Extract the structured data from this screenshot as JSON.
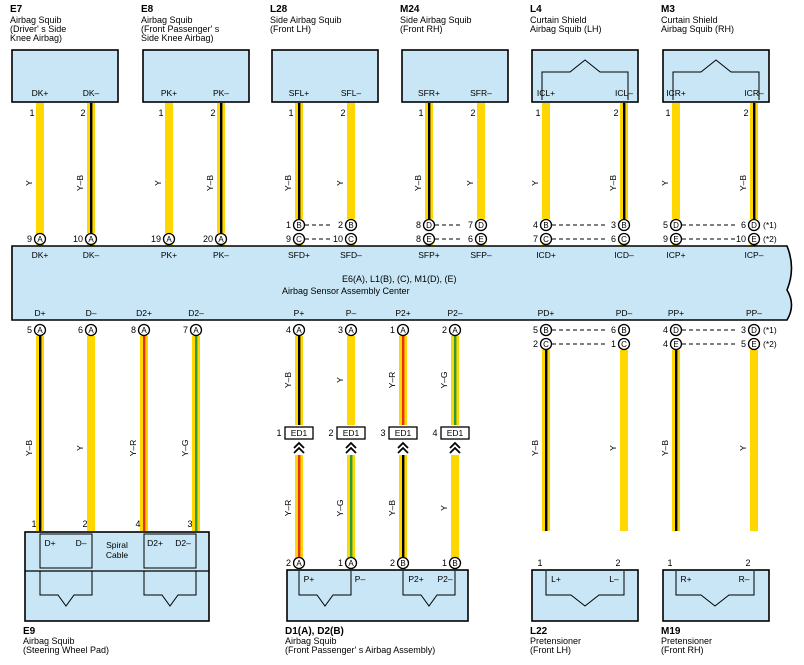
{
  "top_components": [
    {
      "code": "E7",
      "name": [
        "Airbag Squib",
        "(Driver' s Side",
        " Knee Airbag)"
      ],
      "pins": [
        {
          "num": "1",
          "label": "DK+",
          "wire": "Y"
        },
        {
          "num": "2",
          "label": "DK–",
          "wire": "Y–B"
        }
      ]
    },
    {
      "code": "E8",
      "name": [
        "Airbag Squib",
        "(Front Passenger' s",
        " Side Knee Airbag)"
      ],
      "pins": [
        {
          "num": "1",
          "label": "PK+",
          "wire": "Y"
        },
        {
          "num": "2",
          "label": "PK–",
          "wire": "Y–B"
        }
      ]
    },
    {
      "code": "L28",
      "name": [
        "Side Airbag Squib",
        "(Front LH)"
      ],
      "pins": [
        {
          "num": "1",
          "label": "SFL+",
          "wire": "Y–B"
        },
        {
          "num": "2",
          "label": "SFL–",
          "wire": "Y"
        }
      ]
    },
    {
      "code": "M24",
      "name": [
        "Side Airbag Squib",
        "(Front RH)"
      ],
      "pins": [
        {
          "num": "1",
          "label": "SFR+",
          "wire": "Y–B"
        },
        {
          "num": "2",
          "label": "SFR–",
          "wire": "Y"
        }
      ]
    },
    {
      "code": "L4",
      "name": [
        "Curtain Shield",
        "Airbag Squib (LH)"
      ],
      "pins": [
        {
          "num": "1",
          "label": "ICL+",
          "wire": "Y"
        },
        {
          "num": "2",
          "label": "ICL–",
          "wire": "Y–B"
        }
      ]
    },
    {
      "code": "M3",
      "name": [
        "Curtain Shield",
        "Airbag Squib (RH)"
      ],
      "pins": [
        {
          "num": "1",
          "label": "ICR+",
          "wire": "Y"
        },
        {
          "num": "2",
          "label": "ICR–",
          "wire": "Y–B"
        }
      ]
    }
  ],
  "ecu": {
    "title": "E6(A), L1(B), (C), M1(D), (E)",
    "subtitle": "Airbag Sensor Assembly Center",
    "top_labels": [
      "DK+",
      "DK–",
      "PK+",
      "PK–",
      "SFD+",
      "SFD–",
      "SFP+",
      "SFP–",
      "ICD+",
      "ICD–",
      "ICP+",
      "ICP–"
    ],
    "bottom_labels": [
      "D+",
      "D–",
      "D2+",
      "D2–",
      "P+",
      "P–",
      "P2+",
      "P2–",
      "PD+",
      "PD–",
      "PP+",
      "PP–"
    ],
    "top_row1": [
      {
        "num": "1",
        "c": "B"
      },
      {
        "num": "2",
        "c": "B"
      },
      {
        "num": "8",
        "c": "D"
      },
      {
        "num": "7",
        "c": "D"
      },
      {
        "num": "4",
        "c": "B"
      },
      {
        "num": "3",
        "c": "B"
      },
      {
        "num": "5",
        "c": "D"
      },
      {
        "num": "6",
        "c": "D"
      }
    ],
    "top_row2": [
      {
        "num": "9",
        "c": "A"
      },
      {
        "num": "10",
        "c": "A"
      },
      {
        "num": "19",
        "c": "A"
      },
      {
        "num": "20",
        "c": "A"
      },
      {
        "num": "9",
        "c": "C"
      },
      {
        "num": "10",
        "c": "C"
      },
      {
        "num": "8",
        "c": "E"
      },
      {
        "num": "6",
        "c": "E"
      },
      {
        "num": "7",
        "c": "C"
      },
      {
        "num": "6",
        "c": "C"
      },
      {
        "num": "9",
        "c": "E"
      },
      {
        "num": "10",
        "c": "E"
      }
    ],
    "bottom_row1": [
      {
        "num": "5",
        "c": "A"
      },
      {
        "num": "6",
        "c": "A"
      },
      {
        "num": "8",
        "c": "A"
      },
      {
        "num": "7",
        "c": "A"
      },
      {
        "num": "4",
        "c": "A"
      },
      {
        "num": "3",
        "c": "A"
      },
      {
        "num": "1",
        "c": "A"
      },
      {
        "num": "2",
        "c": "A"
      },
      {
        "num": "5",
        "c": "B"
      },
      {
        "num": "6",
        "c": "B"
      },
      {
        "num": "4",
        "c": "D"
      },
      {
        "num": "3",
        "c": "D"
      }
    ],
    "bottom_row2": [
      {
        "num": "2",
        "c": "C"
      },
      {
        "num": "1",
        "c": "C"
      },
      {
        "num": "4",
        "c": "E"
      },
      {
        "num": "5",
        "c": "E"
      }
    ],
    "notes": [
      "(*1)",
      "(*2)"
    ]
  },
  "bottom_wires": {
    "colors": [
      "Y–B",
      "Y",
      "Y–R",
      "Y–G",
      "Y–B",
      "Y",
      "Y–R",
      "Y–G",
      "Y–B",
      "Y",
      "Y–B",
      "Y"
    ],
    "ed_connectors": [
      {
        "num": "1",
        "label": "ED1",
        "wire_below": "Y–R"
      },
      {
        "num": "2",
        "label": "ED1",
        "wire_below": "Y–G"
      },
      {
        "num": "3",
        "label": "ED1",
        "wire_below": "Y–B"
      },
      {
        "num": "4",
        "label": "ED1",
        "wire_below": "Y"
      }
    ]
  },
  "bottom_components": [
    {
      "code": "E9",
      "name": [
        "Airbag Squib",
        "(Steering Wheel Pad)"
      ],
      "pin_nums": [
        "1",
        "2",
        "4",
        "3"
      ],
      "pin_labels": [
        "D+",
        "D–",
        "D2+",
        "D2–"
      ],
      "inner": [
        "Spiral",
        "Cable"
      ]
    },
    {
      "code": "D1(A), D2(B)",
      "name": [
        "Airbag Squib",
        "(Front Passenger' s Airbag Assembly)"
      ],
      "pins": [
        {
          "num": "2",
          "c": "A"
        },
        {
          "num": "1",
          "c": "A"
        },
        {
          "num": "2",
          "c": "B"
        },
        {
          "num": "1",
          "c": "B"
        }
      ],
      "pin_labels": [
        "P+",
        "P–",
        "P2+",
        "P2–"
      ]
    },
    {
      "code": "L22",
      "name": [
        "Pretensioner",
        "(Front LH)"
      ],
      "pin_nums": [
        "1",
        "2"
      ],
      "pin_labels": [
        "L+",
        "L–"
      ]
    },
    {
      "code": "M19",
      "name": [
        "Pretensioner",
        "(Front RH)"
      ],
      "pin_nums": [
        "1",
        "2"
      ],
      "pin_labels": [
        "R+",
        "R–"
      ]
    }
  ],
  "colors": {
    "box_fill": "#c8e6f5",
    "wire_yellow": "#ffd700",
    "wire_black": "#000000",
    "wire_red": "#e53020",
    "wire_green": "#2e9a3a"
  }
}
